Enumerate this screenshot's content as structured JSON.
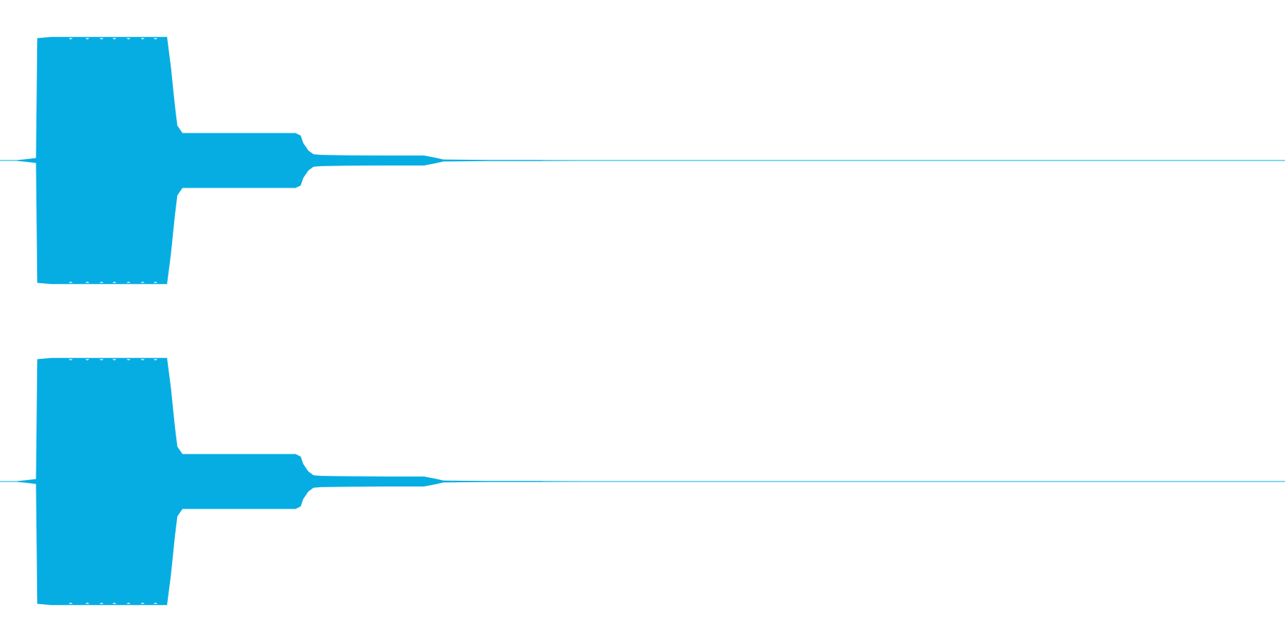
{
  "chart_data": {
    "type": "area",
    "title": "",
    "xlabel": "",
    "ylabel": "",
    "grid": false,
    "legend": "none",
    "ylim": [
      -1,
      1
    ],
    "xlim": [
      0,
      1
    ],
    "color": "#06ADE3",
    "channels": [
      {
        "envelope": {
          "x": [
            0.0,
            0.01,
            0.02,
            0.028,
            0.029,
            0.04,
            0.06,
            0.08,
            0.1,
            0.12,
            0.13,
            0.133,
            0.136,
            0.138,
            0.142,
            0.15,
            0.17,
            0.19,
            0.21,
            0.23,
            0.234,
            0.236,
            0.24,
            0.244,
            0.25,
            0.27,
            0.3,
            0.33,
            0.34,
            0.345,
            0.36,
            0.38,
            0.42,
            0.455,
            0.47,
            1.0
          ],
          "y": [
            0.0,
            0.0,
            0.01,
            0.02,
            0.98,
            0.99,
            0.99,
            0.99,
            0.99,
            0.99,
            0.99,
            0.75,
            0.45,
            0.28,
            0.22,
            0.22,
            0.22,
            0.22,
            0.22,
            0.22,
            0.2,
            0.14,
            0.08,
            0.05,
            0.045,
            0.042,
            0.04,
            0.04,
            0.02,
            0.008,
            0.006,
            0.004,
            0.004,
            0.003,
            0.0,
            0.0
          ]
        }
      },
      {
        "envelope": {
          "x": [
            0.0,
            0.01,
            0.02,
            0.028,
            0.029,
            0.04,
            0.06,
            0.08,
            0.1,
            0.12,
            0.13,
            0.133,
            0.136,
            0.138,
            0.142,
            0.15,
            0.17,
            0.19,
            0.21,
            0.23,
            0.234,
            0.236,
            0.24,
            0.244,
            0.25,
            0.27,
            0.3,
            0.33,
            0.34,
            0.345,
            0.36,
            0.38,
            0.42,
            0.455,
            0.47,
            1.0
          ],
          "y": [
            0.0,
            0.0,
            0.01,
            0.02,
            0.98,
            0.99,
            0.99,
            0.99,
            0.99,
            0.99,
            0.99,
            0.75,
            0.45,
            0.28,
            0.22,
            0.22,
            0.22,
            0.22,
            0.22,
            0.22,
            0.2,
            0.14,
            0.08,
            0.05,
            0.045,
            0.042,
            0.04,
            0.04,
            0.02,
            0.008,
            0.006,
            0.004,
            0.004,
            0.003,
            0.0,
            0.0
          ]
        }
      }
    ]
  }
}
